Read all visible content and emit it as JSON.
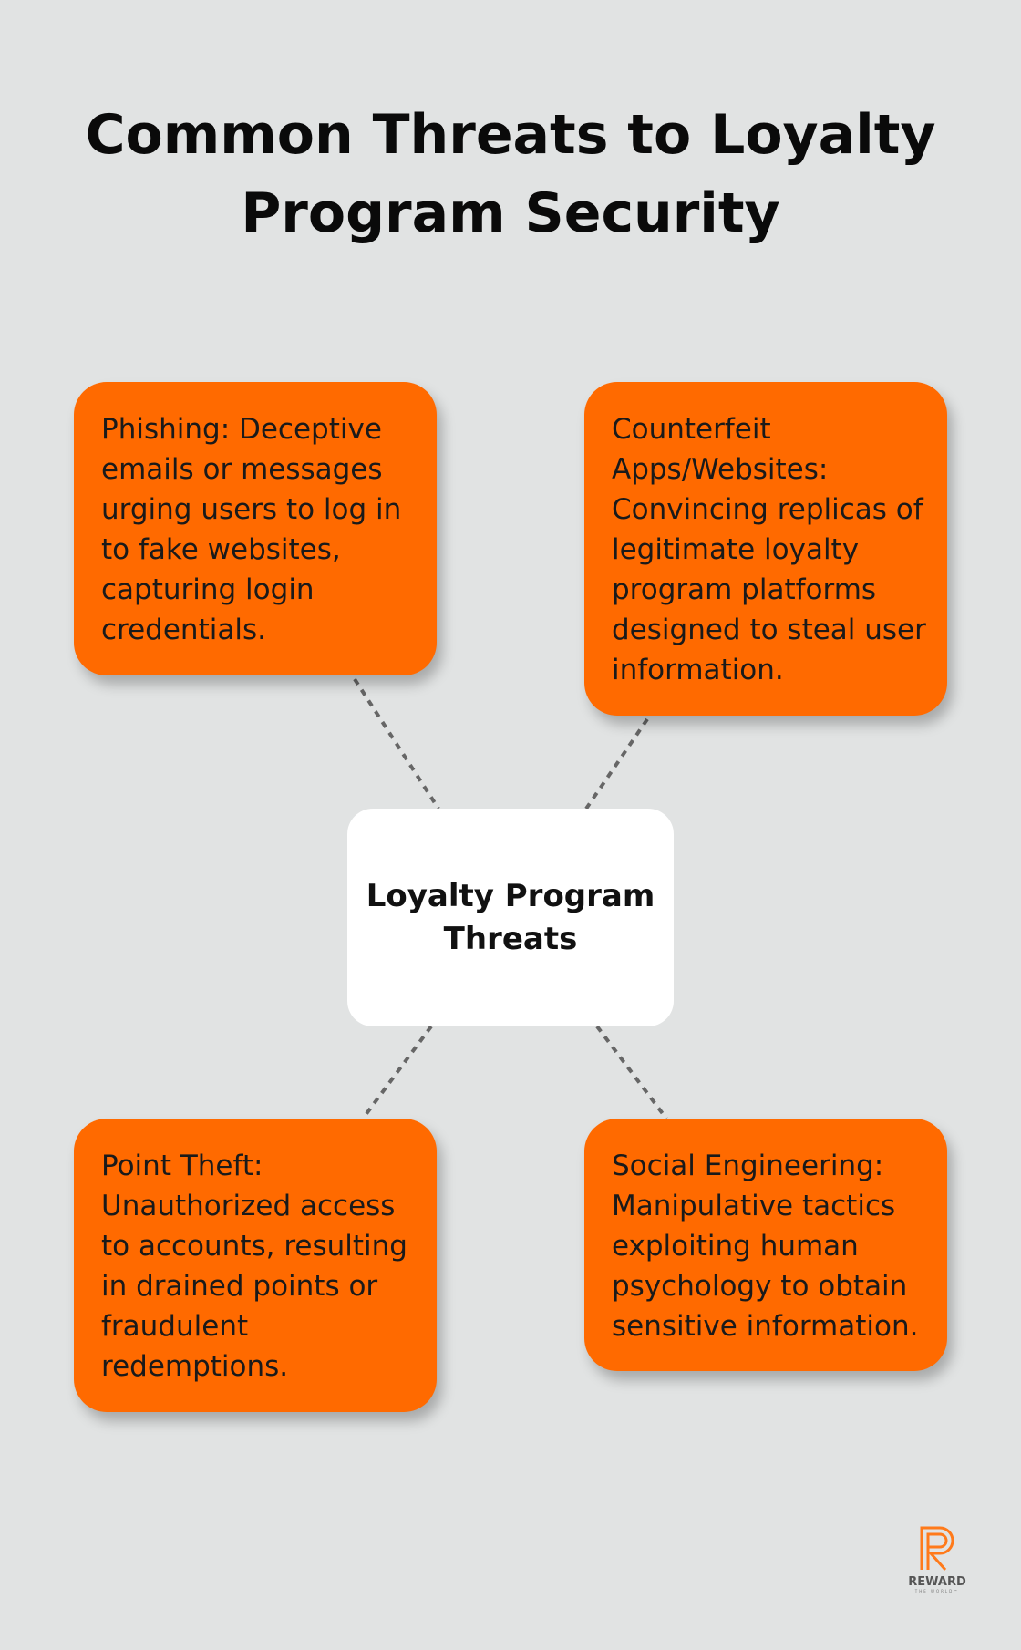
{
  "title": {
    "line1": "Common Threats to Loyalty",
    "line2": "Program Security"
  },
  "center": {
    "line1": "Loyalty Program",
    "line2": "Threats"
  },
  "threats": [
    {
      "text": "Phishing: Deceptive emails or messages urging users to log in to fake websites, capturing login credentials."
    },
    {
      "text": "Counterfeit Apps/Websites: Convincing replicas of legitimate loyalty program platforms designed to steal user information."
    },
    {
      "text": "Point Theft: Unauthorized access to accounts, resulting in drained points or fraudulent redemptions."
    },
    {
      "text": "Social Engineering: Manipulative tactics exploiting human psychology to obtain sensitive information."
    }
  ],
  "logo": {
    "name": "REWARD",
    "tagline": "THE WORLD™"
  },
  "colors": {
    "accent": "#ff6a00",
    "background": "#e1e3e3"
  }
}
